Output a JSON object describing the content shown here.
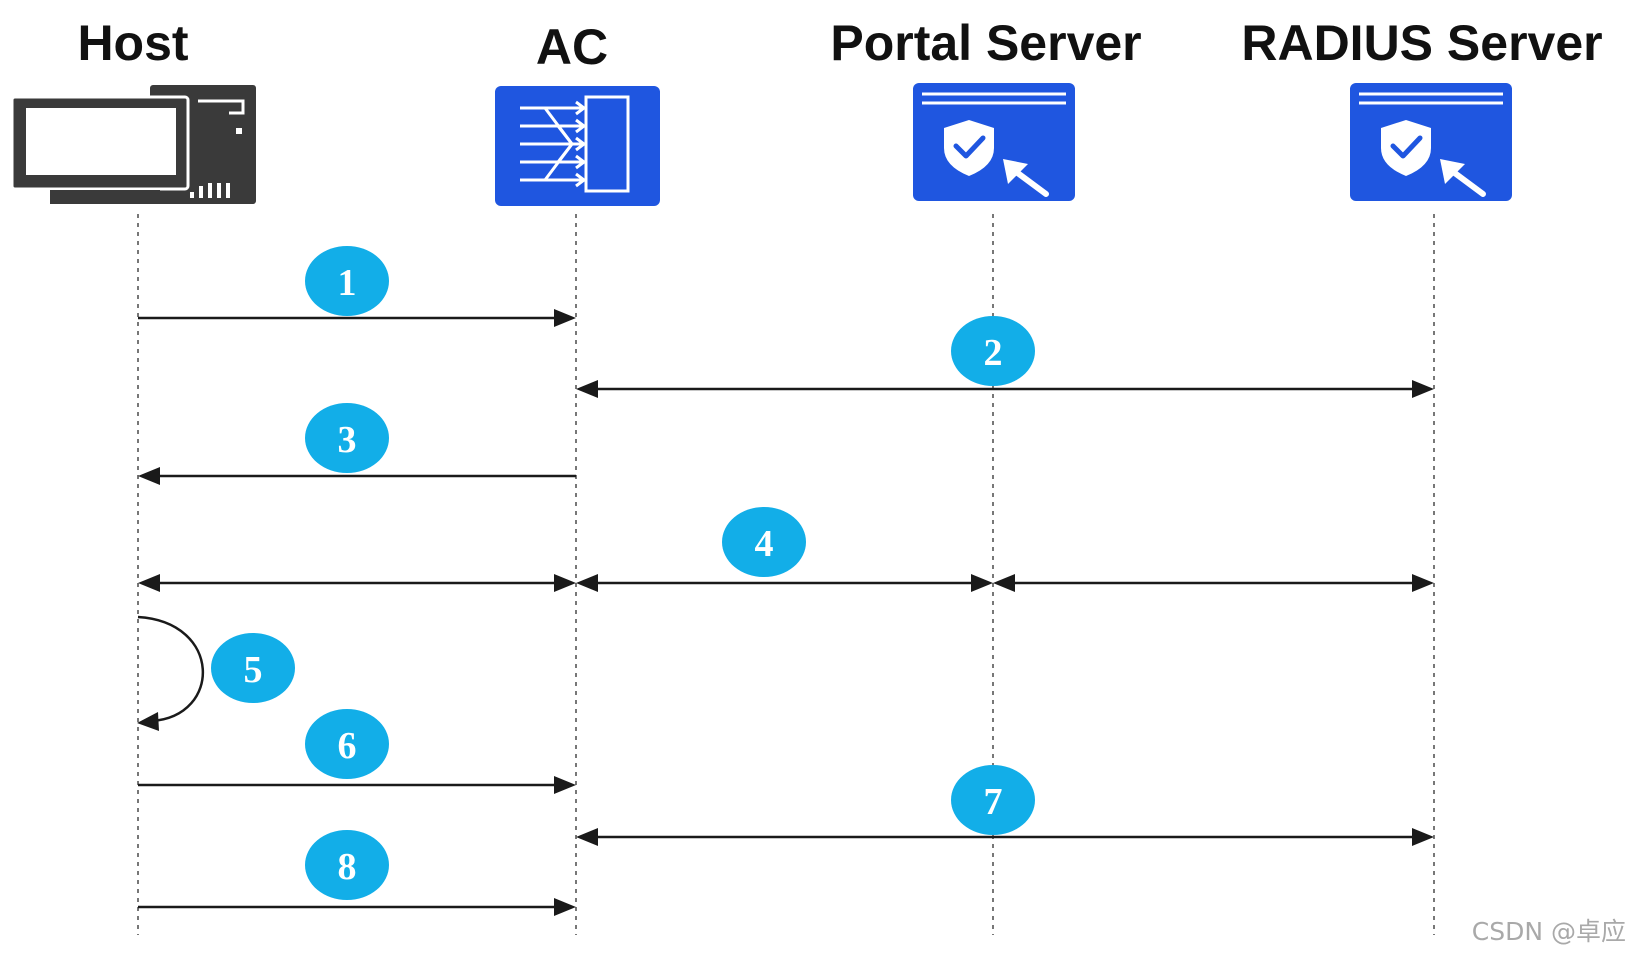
{
  "participants": [
    {
      "label": "Host",
      "icon": "desktop-computer-icon"
    },
    {
      "label": "AC",
      "icon": "access-controller-icon"
    },
    {
      "label": "Portal Server",
      "icon": "server-shield-cursor-icon"
    },
    {
      "label": "RADIUS Server",
      "icon": "server-shield-cursor-icon"
    }
  ],
  "steps": [
    "1",
    "2",
    "3",
    "4",
    "5",
    "6",
    "7",
    "8"
  ],
  "watermark": "CSDN @卓应",
  "colors": {
    "step_badge": "#12aee8",
    "device_icon": "#1f56e0",
    "host_icon": "#3a3a3a"
  }
}
